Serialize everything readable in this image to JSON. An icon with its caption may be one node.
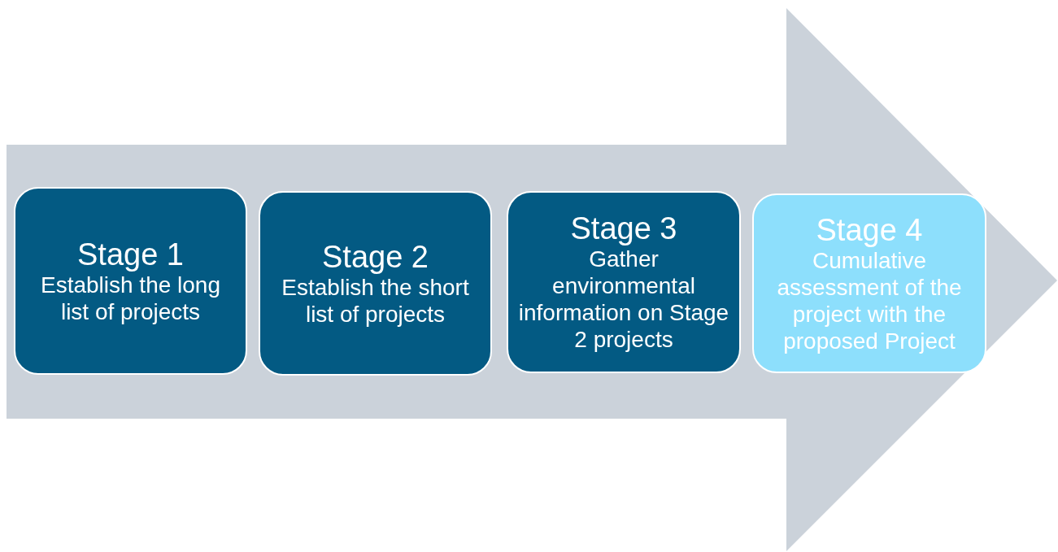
{
  "diagram": {
    "nodes": [
      {
        "text": [
          "Stage 1",
          "Establish the long list of projects"
        ]
      },
      {
        "text": [
          "Stage 2",
          "Establish the short list of projects"
        ]
      },
      {
        "text": [
          "Stage 3",
          "Gather environmental information on Stage 2 projects"
        ]
      },
      {
        "text": [
          "Stage 4",
          "Cumulative assessment of the project with the proposed Project"
        ]
      }
    ]
  }
}
